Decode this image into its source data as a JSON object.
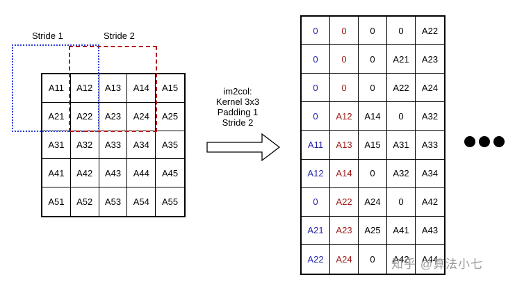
{
  "labels": {
    "stride1": "Stride 1",
    "stride2": "Stride 2"
  },
  "input_matrix": [
    [
      "A11",
      "A12",
      "A13",
      "A14",
      "A15"
    ],
    [
      "A21",
      "A22",
      "A23",
      "A24",
      "A25"
    ],
    [
      "A31",
      "A32",
      "A33",
      "A34",
      "A35"
    ],
    [
      "A41",
      "A42",
      "A43",
      "A44",
      "A45"
    ],
    [
      "A51",
      "A52",
      "A53",
      "A54",
      "A55"
    ]
  ],
  "method": [
    "im2col:",
    "Kernel 3x3",
    "Padding 1",
    "Stride 2"
  ],
  "output_matrix": [
    [
      "0",
      "0",
      "0",
      "0",
      "A22"
    ],
    [
      "0",
      "0",
      "0",
      "A21",
      "A23"
    ],
    [
      "0",
      "0",
      "0",
      "A22",
      "A24"
    ],
    [
      "0",
      "A12",
      "A14",
      "0",
      "A32"
    ],
    [
      "A11",
      "A13",
      "A15",
      "A31",
      "A33"
    ],
    [
      "A12",
      "A14",
      "0",
      "A32",
      "A34"
    ],
    [
      "0",
      "A22",
      "A24",
      "0",
      "A42"
    ],
    [
      "A21",
      "A23",
      "A25",
      "A41",
      "A43"
    ],
    [
      "A22",
      "A24",
      "0",
      "A42",
      "A44"
    ]
  ],
  "column_colors": [
    "#2222aa",
    "#a01818",
    "#000000",
    "#000000",
    "#000000"
  ],
  "colors": {
    "stride1_window": "#2a3fd6",
    "stride2_window": "#b01818"
  },
  "watermark": "知乎 @算法小七"
}
